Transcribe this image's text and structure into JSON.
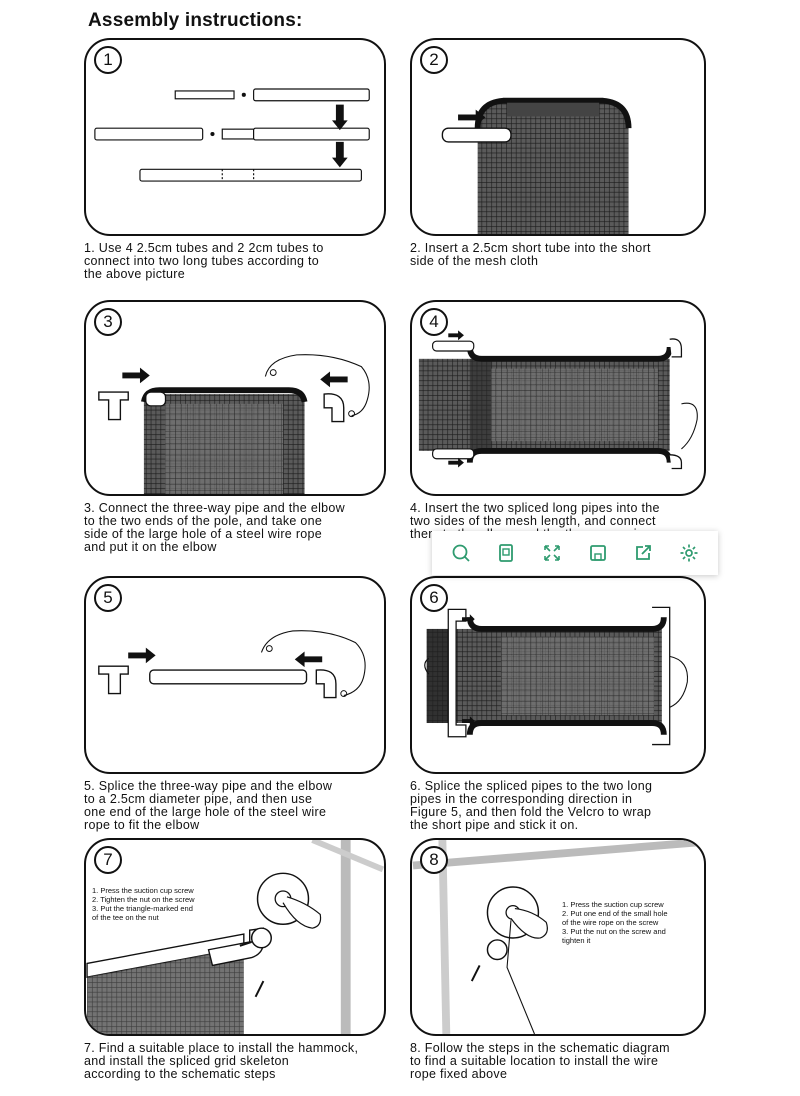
{
  "title": "Assembly instructions:",
  "steps": [
    {
      "num": "1",
      "caption": "1. Use 4 2.5cm tubes and 2 2cm tubes to\n    connect into two long tubes according to\n    the above picture"
    },
    {
      "num": "2",
      "caption": "2. Insert a 2.5cm short tube into the short\n    side of the mesh cloth"
    },
    {
      "num": "3",
      "caption": "3. Connect the three-way pipe and the elbow\n    to the two ends of the pole, and take one\n    side of the large hole of a steel wire rope\n    and put it on the elbow"
    },
    {
      "num": "4",
      "caption": "4. Insert the two spliced long pipes into the\n    two sides of the mesh length, and connect\n    them to the elbow and the three-way pipe"
    },
    {
      "num": "5",
      "caption": "5. Splice the three-way pipe and the elbow\n    to a 2.5cm diameter pipe, and then use\n    one end of the large hole of the steel wire\n    rope to fit the elbow"
    },
    {
      "num": "6",
      "caption": "6. Splice the spliced pipes to the two long\n    pipes in the corresponding direction in\n    Figure 5, and then fold the Velcro to wrap\n    the short pipe and stick it on."
    },
    {
      "num": "7",
      "caption": "7. Find a suitable place to install the hammock,\n    and install the spliced grid skeleton\n    according to the schematic steps",
      "notes": "1. Press the suction cup screw\n2. Tighten the nut on the screw\n3. Put the triangle-marked end\n    of the tee on the nut"
    },
    {
      "num": "8",
      "caption": "8. Follow the steps in the schematic diagram\n    to find a suitable location to install the wire\n    rope fixed above",
      "notes": "1. Press the suction cup screw\n2. Put one end of the small hole\n    of the wire rope on the screw\n3. Put the nut on the screw and\n    tighten it"
    }
  ],
  "toolbar": [
    {
      "icon": "search-icon"
    },
    {
      "icon": "tablet-icon"
    },
    {
      "icon": "expand-icon"
    },
    {
      "icon": "save-icon"
    },
    {
      "icon": "share-icon"
    },
    {
      "icon": "gear-icon"
    }
  ],
  "colors": {
    "toolbar_icon": "#2e9b6f",
    "ink": "#111111",
    "mesh": "#3a3a3a"
  }
}
